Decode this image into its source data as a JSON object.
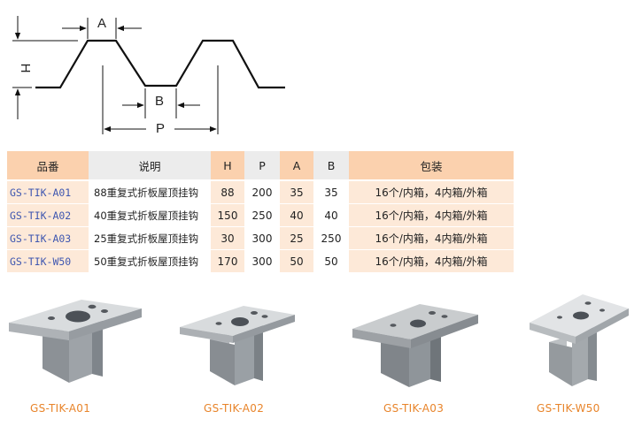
{
  "diagram": {
    "labels": {
      "a": "A",
      "h": "H",
      "b": "B",
      "p": "P"
    }
  },
  "table": {
    "headers": [
      "品番",
      "说明",
      "H",
      "P",
      "A",
      "B",
      "包装"
    ],
    "rows": [
      [
        "GS-TIK-A01",
        "88重复式折板屋顶挂钩",
        "88",
        "200",
        "35",
        "35",
        "16个/内箱，4内箱/外箱"
      ],
      [
        "GS-TIK-A02",
        "40重复式折板屋顶挂钩",
        "150",
        "250",
        "40",
        "40",
        "16个/内箱，4内箱/外箱"
      ],
      [
        "GS-TIK-A03",
        "25重复式折板屋顶挂钩",
        "30",
        "300",
        "25",
        "250",
        "16个/内箱，4内箱/外箱"
      ],
      [
        "GS-TIK-W50",
        "50重复式折板屋顶挂钩",
        "170",
        "300",
        "50",
        "50",
        "16个/内箱，4内箱/外箱"
      ]
    ]
  },
  "products": [
    {
      "caption": "GS-TIK-A01"
    },
    {
      "caption": "GS-TIK-A02"
    },
    {
      "caption": "GS-TIK-A03"
    },
    {
      "caption": "GS-TIK-W50"
    }
  ],
  "colors": {
    "caption": "#e8842a",
    "code": "#3f57b0",
    "header_accent": "#fbd1ae",
    "row_accent": "#fde9d8"
  }
}
